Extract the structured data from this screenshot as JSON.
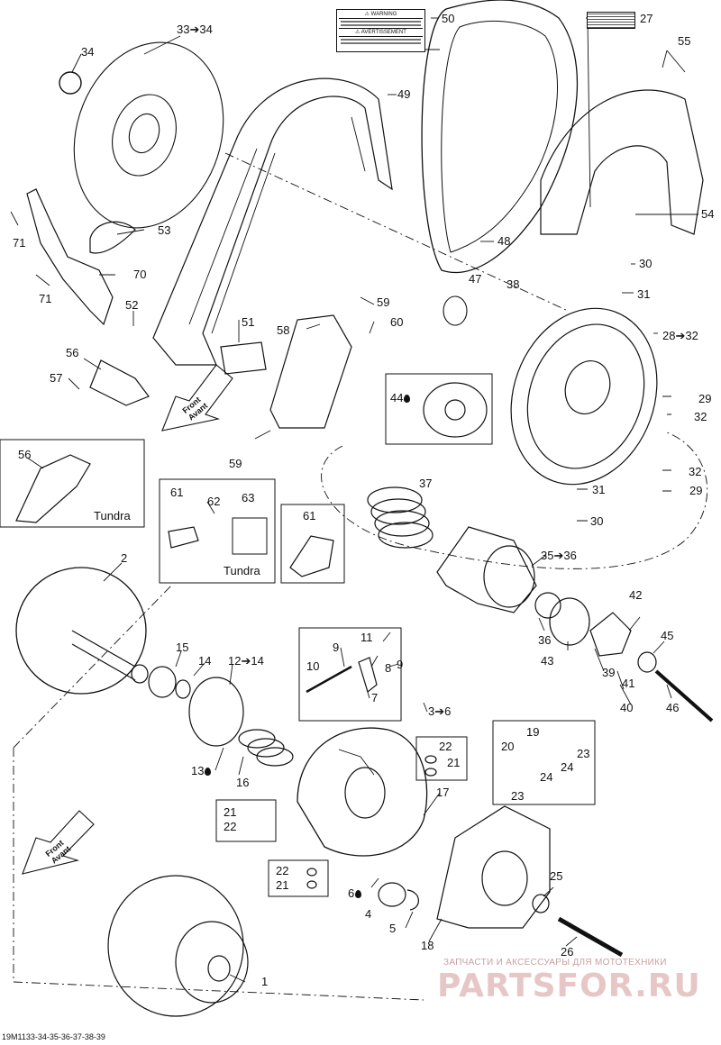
{
  "diagram_code": "19M1133-34-35-36-37-38-39",
  "watermark": {
    "line1": "ЗАПЧАСТИ И АКСЕССУАРЫ ДЛЯ МОТОТЕХНИКИ",
    "line2": "PARTSFOR.RU"
  },
  "front_label": {
    "line1": "Front",
    "line2": "Avant"
  },
  "tundra_label": "Tundra",
  "warning_decal": {
    "title1": "⚠ WARNING",
    "title2": "⚠ AVERTISSEMENT"
  },
  "callouts": {
    "c1": "1",
    "c2": "2",
    "c3_6": "3➔6",
    "c4": "4",
    "c5": "5",
    "c6": "6",
    "c7": "7",
    "c8": "8",
    "c9a": "9",
    "c9b": "9",
    "c10": "10",
    "c11": "11",
    "c12_14": "12➔14",
    "c13": "13",
    "c14": "14",
    "c15": "15",
    "c16": "16",
    "c17": "17",
    "c18": "18",
    "c19": "19",
    "c20": "20",
    "c21a": "21",
    "c21b": "21",
    "c21c": "21",
    "c22a": "22",
    "c22b": "22",
    "c22c": "22",
    "c23a": "23",
    "c23b": "23",
    "c24a": "24",
    "c24b": "24",
    "c25": "25",
    "c26": "26",
    "c27": "27",
    "c28_32": "28➔32",
    "c29a": "29",
    "c29b": "29",
    "c30a": "30",
    "c30b": "30",
    "c31a": "31",
    "c31b": "31",
    "c32a": "32",
    "c32b": "32",
    "c33_34": "33➔34",
    "c34": "34",
    "c35_36": "35➔36",
    "c36": "36",
    "c37": "37",
    "c38": "38",
    "c39": "39",
    "c40": "40",
    "c41": "41",
    "c42": "42",
    "c43": "43",
    "c44": "44",
    "c45": "45",
    "c46": "46",
    "c47": "47",
    "c48": "48",
    "c49": "49",
    "c50": "50",
    "c51": "51",
    "c52": "52",
    "c53": "53",
    "c54": "54",
    "c55": "55",
    "c56a": "56",
    "c56b": "56",
    "c57": "57",
    "c58": "58",
    "c59a": "59",
    "c59b": "59",
    "c60": "60",
    "c61a": "61",
    "c61b": "61",
    "c62": "62",
    "c63": "63",
    "c70": "70",
    "c71a": "71",
    "c71b": "71"
  }
}
